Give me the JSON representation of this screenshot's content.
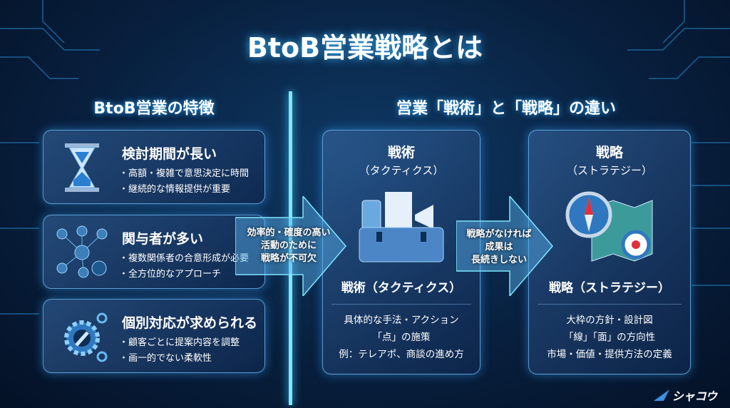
{
  "title": "BtoB営業戦略とは",
  "left_heading": "BtoB営業の特徴",
  "right_heading": "営業「戦術」と「戦略」の違い",
  "features": [
    {
      "title": "検討期間が長い",
      "icon": "hourglass-icon",
      "points": [
        "・高額・複雑で意思決定に時間",
        "・継続的な情報提供が重要"
      ]
    },
    {
      "title": "関与者が多い",
      "icon": "stakeholder-network-icon",
      "points": [
        "・複数関係者の合意形成が必要",
        "・全方位的なアプローチ"
      ]
    },
    {
      "title": "個別対応が求められる",
      "icon": "gear-wrench-icon",
      "points": [
        "・顧客ごとに提案内容を調整",
        "・画一的でない柔軟性"
      ]
    }
  ],
  "arrow1_text": [
    "効率的・確度の高い",
    "活動のために",
    "戦略が不可欠"
  ],
  "arrow2_text": [
    "戦略がなければ",
    "成果は",
    "長続きしない"
  ],
  "tactics": {
    "title": "戦術",
    "subtitle": "（タクティクス）",
    "icon": "toolbox-icon",
    "label": "戦術（タクティクス）",
    "details": [
      "具体的な手法・アクション",
      "「点」の施策",
      "例：テレアポ、商談の進め方"
    ]
  },
  "strategy": {
    "title": "戦略",
    "subtitle": "（ストラテジー）",
    "icon": "compass-map-icon",
    "label": "戦略（ストラテジー）",
    "details": [
      "大枠の方針・設計図",
      "「線」「面」の方向性",
      "市場・価値・提供方法の定義"
    ]
  },
  "logo": "シャコウ",
  "colors": {
    "accent": "#7fe6ff",
    "bg": "#08203f"
  }
}
